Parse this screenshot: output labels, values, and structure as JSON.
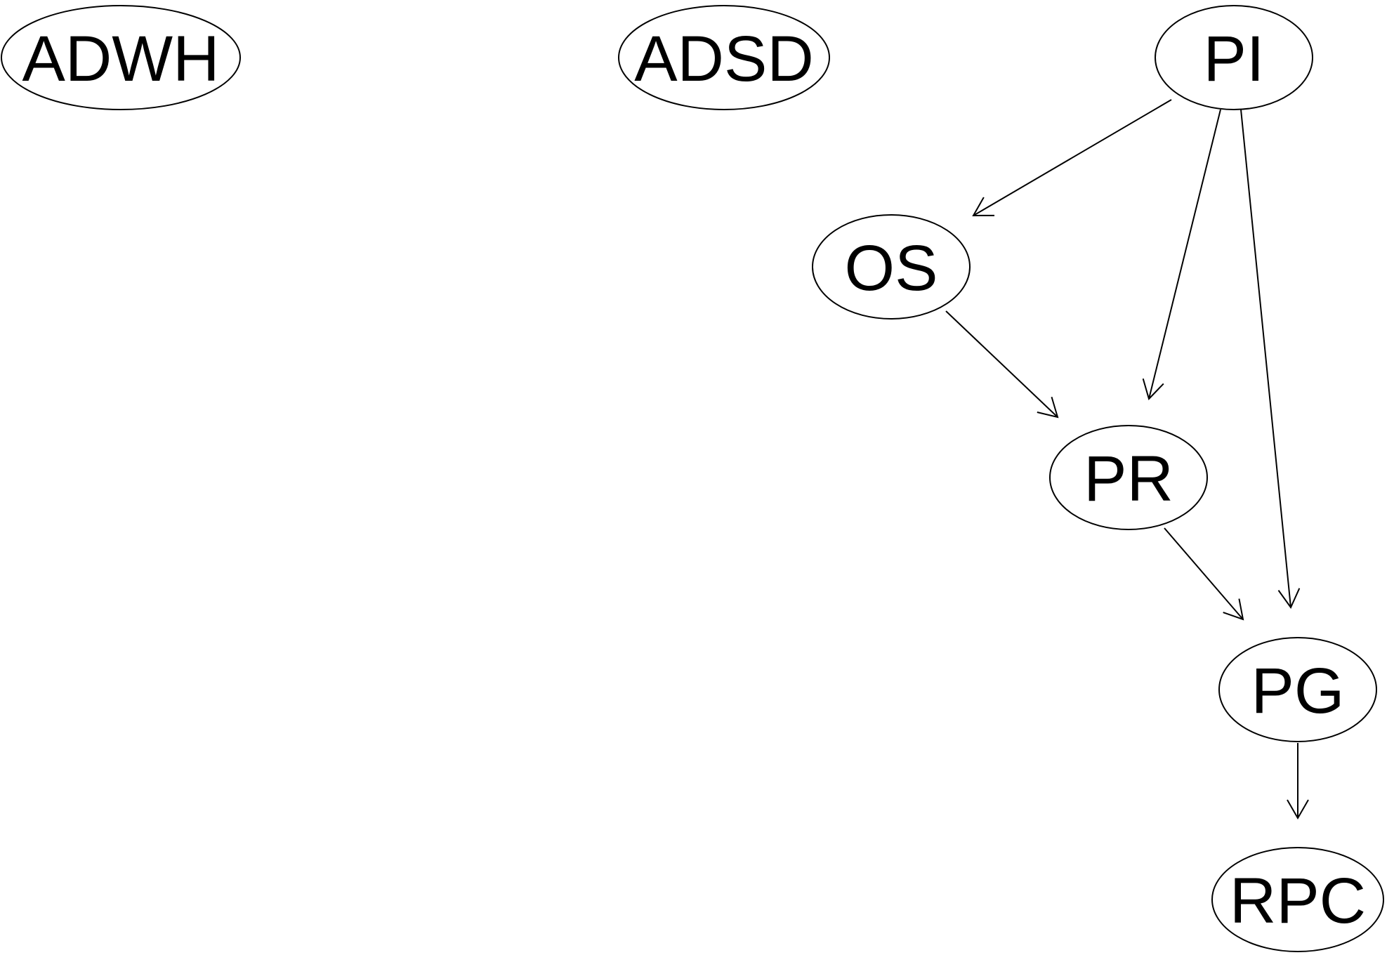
{
  "diagram": {
    "type": "directed-graph",
    "colors": {
      "background": "#ffffff",
      "stroke": "#000000",
      "text": "#000000"
    },
    "nodes": [
      {
        "id": "ADWH",
        "label": "ADWH"
      },
      {
        "id": "ADSD",
        "label": "ADSD"
      },
      {
        "id": "PI",
        "label": "PI"
      },
      {
        "id": "OS",
        "label": "OS"
      },
      {
        "id": "PR",
        "label": "PR"
      },
      {
        "id": "PG",
        "label": "PG"
      },
      {
        "id": "RPC",
        "label": "RPC"
      }
    ],
    "edges": [
      {
        "from": "PI",
        "to": "OS"
      },
      {
        "from": "PI",
        "to": "PR"
      },
      {
        "from": "PI",
        "to": "PG"
      },
      {
        "from": "OS",
        "to": "PR"
      },
      {
        "from": "PR",
        "to": "PG"
      },
      {
        "from": "PG",
        "to": "RPC"
      }
    ]
  }
}
